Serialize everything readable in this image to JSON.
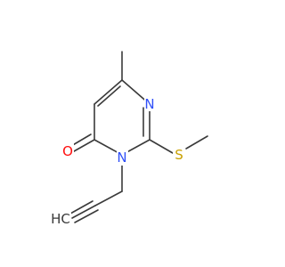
{
  "molecule": {
    "atoms": {
      "nitrogen_top": {
        "label": "N",
        "color": "#3050f8"
      },
      "nitrogen_ring": {
        "label": "N",
        "color": "#3050f8"
      },
      "oxygen": {
        "label": "O",
        "color": "#ff0d0d"
      },
      "sulfur": {
        "label": "S",
        "color": "#c8a000"
      },
      "alkyne_ch": {
        "label": "HC",
        "color": "#3a3a3a"
      }
    },
    "bond_color": "#3a3a3a"
  }
}
